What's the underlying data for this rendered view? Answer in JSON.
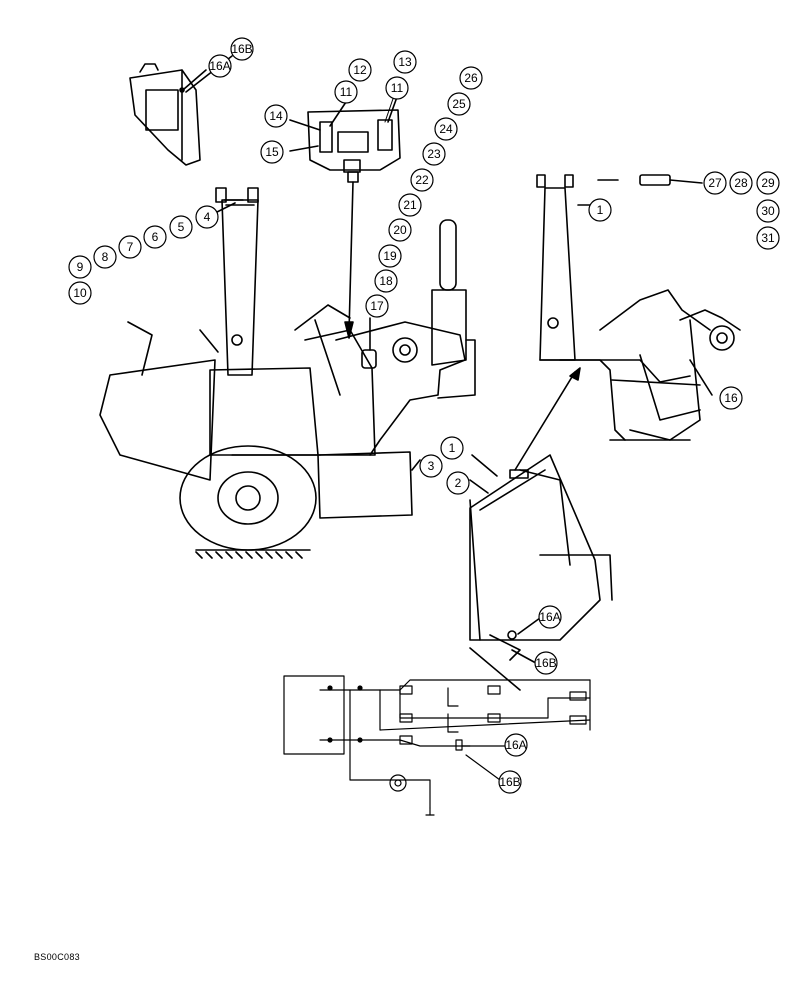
{
  "figure_code": "BS00C083",
  "callouts": {
    "c1a": "1",
    "c1b": "1",
    "c2": "2",
    "c3": "3",
    "c4": "4",
    "c5": "5",
    "c6": "6",
    "c7": "7",
    "c8": "8",
    "c9": "9",
    "c10": "10",
    "c11a": "11",
    "c11b": "11",
    "c12": "12",
    "c13": "13",
    "c14": "14",
    "c15": "15",
    "c16": "16",
    "c16a1": "16A",
    "c16b1": "16B",
    "c16a2": "16A",
    "c16b2": "16B",
    "c16a3": "16A",
    "c16b3": "16B",
    "c17": "17",
    "c18": "18",
    "c19": "19",
    "c20": "20",
    "c21": "21",
    "c22": "22",
    "c23": "23",
    "c24": "24",
    "c25": "25",
    "c26": "26",
    "c27": "27",
    "c28": "28",
    "c29": "29",
    "c30": "30",
    "c31": "31"
  }
}
